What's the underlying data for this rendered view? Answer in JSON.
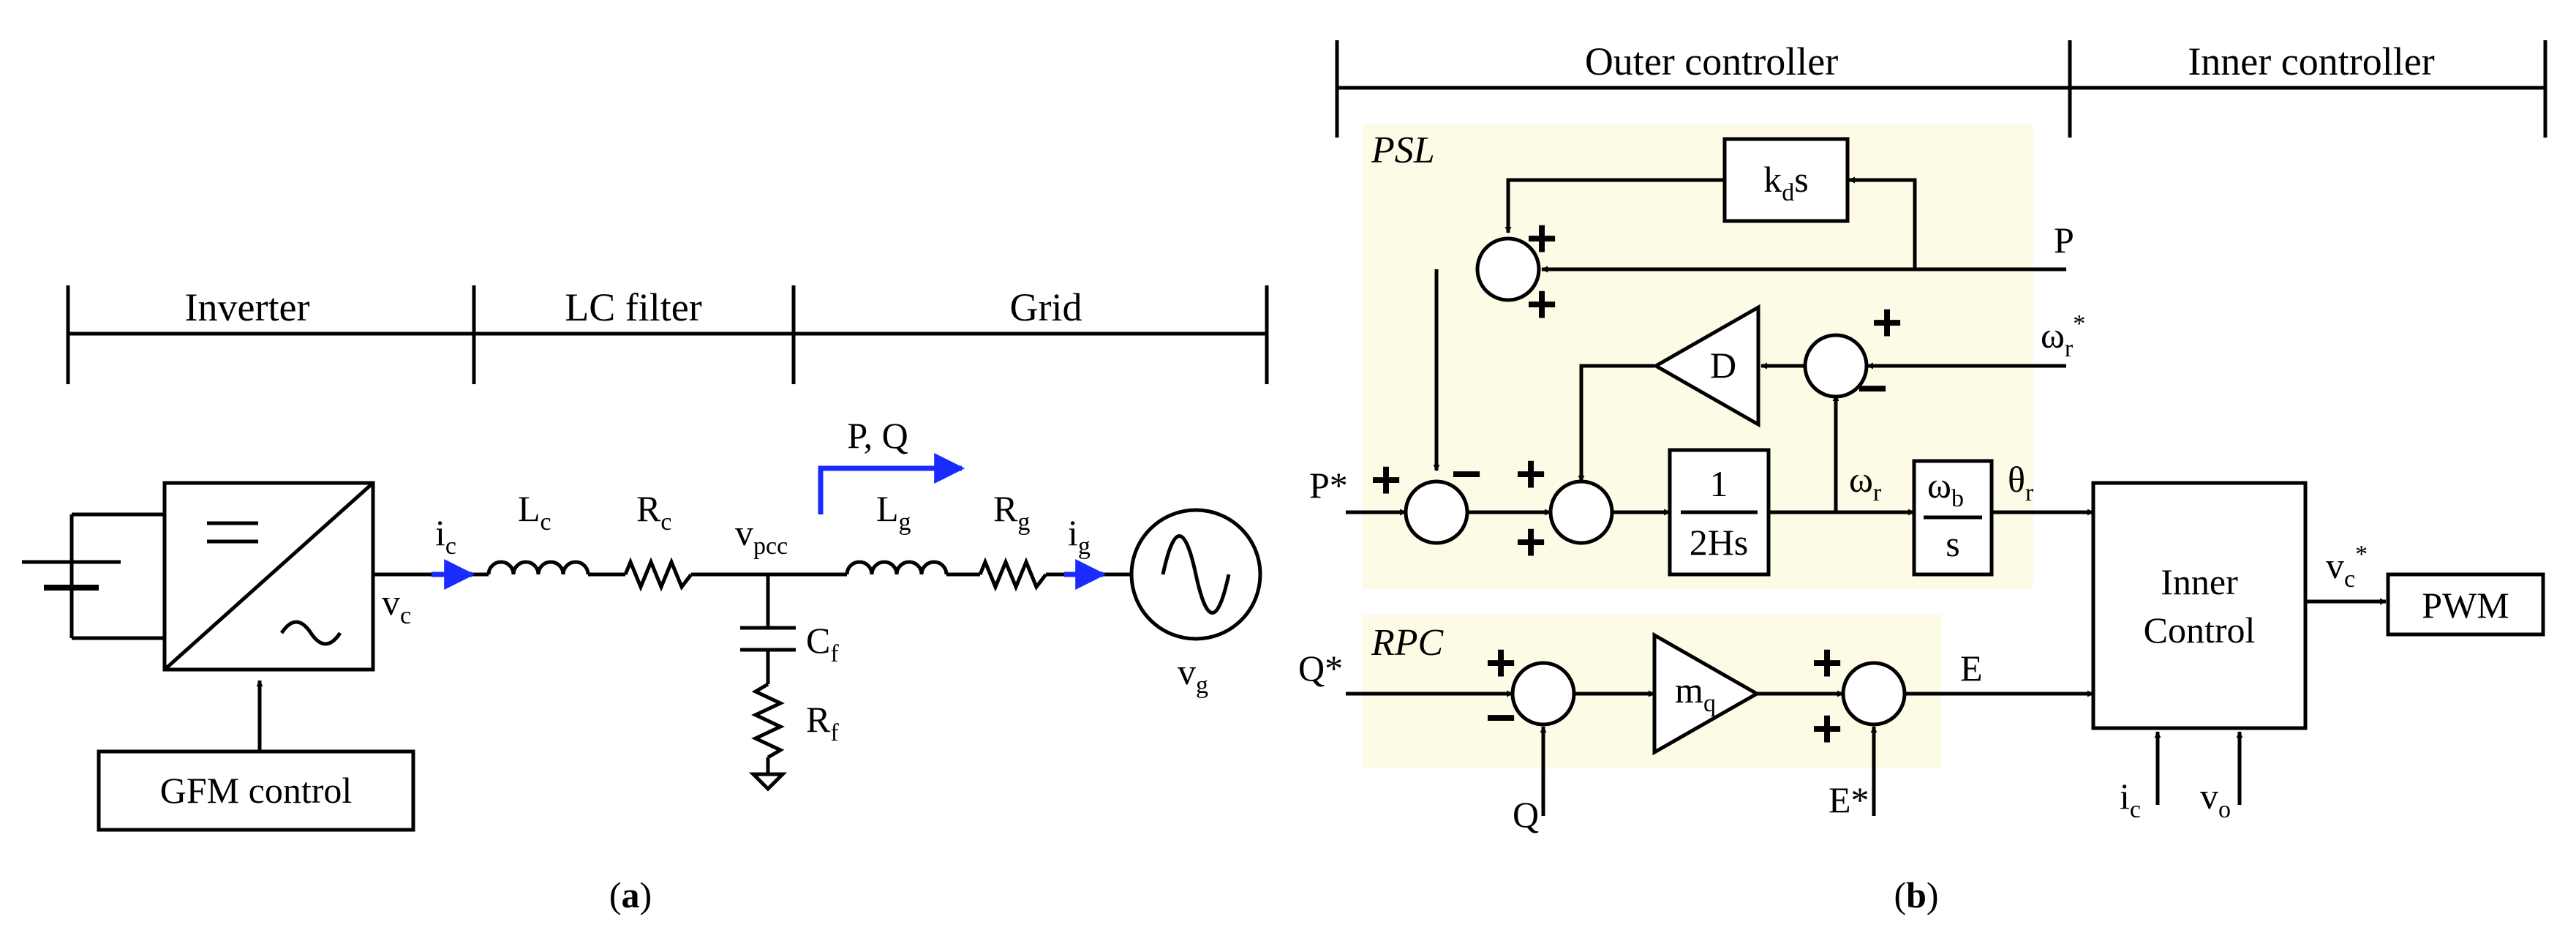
{
  "panel_a": {
    "sections": [
      "Inverter",
      "LC filter",
      "Grid"
    ],
    "control_block": "GFM control",
    "power_flow": "P, Q",
    "labels": {
      "ic": "i",
      "ic_sub": "c",
      "vc": "v",
      "vc_sub": "c",
      "Lc": "L",
      "Lc_sub": "c",
      "Rc": "R",
      "Rc_sub": "c",
      "vpcc": "v",
      "vpcc_sub": "pcc",
      "Lg": "L",
      "Lg_sub": "g",
      "Rg": "R",
      "Rg_sub": "g",
      "ig": "i",
      "ig_sub": "g",
      "Cf": "C",
      "Cf_sub": "f",
      "Rf": "R",
      "Rf_sub": "f",
      "vg": "v",
      "vg_sub": "g"
    },
    "caption": "a"
  },
  "panel_b": {
    "sections": [
      "Outer controller",
      "Inner controller"
    ],
    "psl_label": "PSL",
    "rpc_label": "RPC",
    "blocks": {
      "kd": "k",
      "kd_sub": "d",
      "kd_s": "s",
      "D": "D",
      "tf_num": "1",
      "tf_den": "2Hs",
      "wb_num": "ω",
      "wb_sub": "b",
      "wb_den": "s",
      "mq": "m",
      "mq_sub": "q",
      "inner_line1": "Inner",
      "inner_line2": "Control",
      "pwm": "PWM"
    },
    "signals": {
      "P": "P",
      "Pstar": "P*",
      "wr_star": "ω",
      "wr_star_sub": "r",
      "wr_star_sup": "*",
      "wr": "ω",
      "wr_sub": "r",
      "theta": "θ",
      "theta_sub": "r",
      "vc_star": "v",
      "vc_star_sub": "c",
      "vc_star_sup": "*",
      "Qstar": "Q*",
      "Q": "Q",
      "E": "E",
      "Estar": "E*",
      "ic": "i",
      "ic_sub": "c",
      "vo": "v",
      "vo_sub": "o"
    },
    "caption": "b"
  },
  "icons": [
    "dc-source-icon",
    "inverter-icon",
    "inductor-icon",
    "resistor-icon",
    "capacitor-icon",
    "ground-icon",
    "ac-source-icon",
    "summing-junction-icon",
    "gain-triangle-icon",
    "arrow-icon"
  ],
  "colors": {
    "accent": "#1a2bff",
    "panel_fill": "#fdfbe6",
    "ink": "#000000"
  }
}
